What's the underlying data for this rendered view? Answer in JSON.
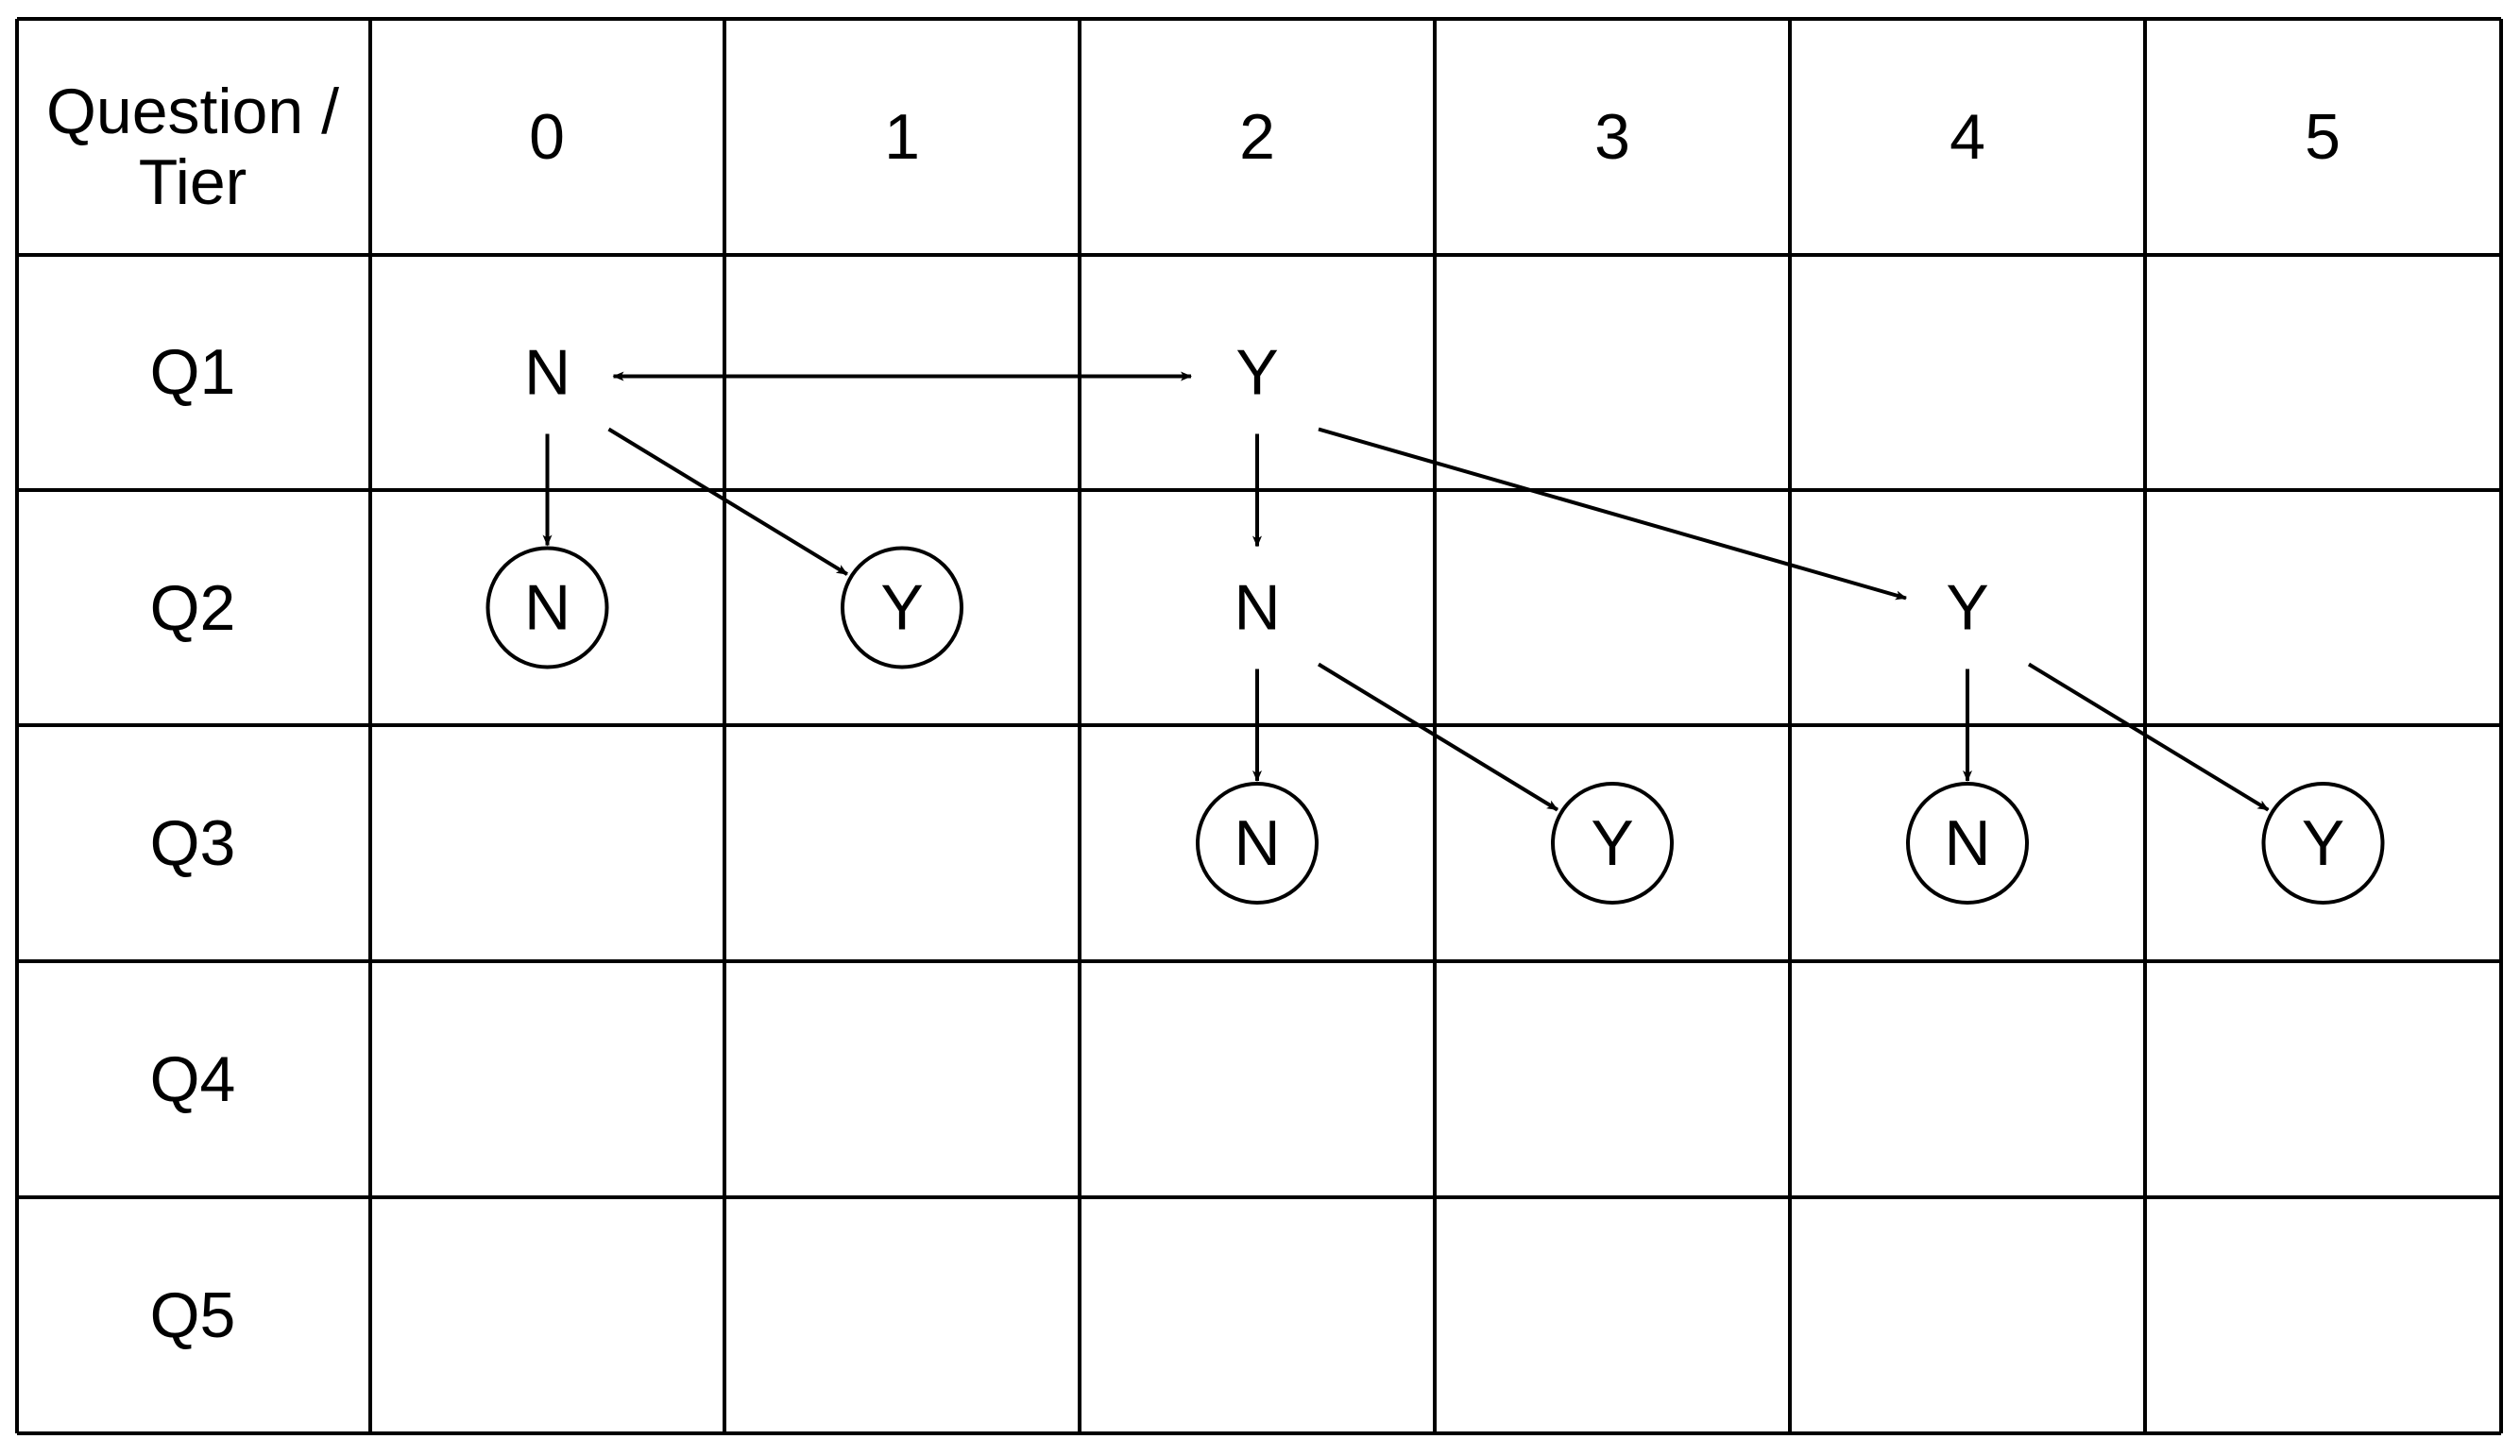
{
  "header": {
    "corner_line1": "Question /",
    "corner_line2": "Tier",
    "tiers": [
      "0",
      "1",
      "2",
      "3",
      "4",
      "5"
    ]
  },
  "rows": [
    "Q1",
    "Q2",
    "Q3",
    "Q4",
    "Q5"
  ],
  "nodes": [
    {
      "id": "q1-t0",
      "row": 0,
      "col": 0,
      "label": "N",
      "terminal": false
    },
    {
      "id": "q1-t2",
      "row": 0,
      "col": 2,
      "label": "Y",
      "terminal": false
    },
    {
      "id": "q2-t0",
      "row": 1,
      "col": 0,
      "label": "N",
      "terminal": true
    },
    {
      "id": "q2-t1",
      "row": 1,
      "col": 1,
      "label": "Y",
      "terminal": true
    },
    {
      "id": "q2-t2",
      "row": 1,
      "col": 2,
      "label": "N",
      "terminal": false
    },
    {
      "id": "q2-t4",
      "row": 1,
      "col": 4,
      "label": "Y",
      "terminal": false
    },
    {
      "id": "q3-t2",
      "row": 2,
      "col": 2,
      "label": "N",
      "terminal": true
    },
    {
      "id": "q3-t3",
      "row": 2,
      "col": 3,
      "label": "Y",
      "terminal": true
    },
    {
      "id": "q3-t4",
      "row": 2,
      "col": 4,
      "label": "N",
      "terminal": true
    },
    {
      "id": "q3-t5",
      "row": 2,
      "col": 5,
      "label": "Y",
      "terminal": true
    }
  ],
  "edges": [
    {
      "from": "q1-t0",
      "to": "q1-t2",
      "bidirectional": true
    },
    {
      "from": "q1-t0",
      "to": "q2-t0"
    },
    {
      "from": "q1-t0",
      "to": "q2-t1"
    },
    {
      "from": "q1-t2",
      "to": "q2-t2"
    },
    {
      "from": "q1-t2",
      "to": "q2-t4"
    },
    {
      "from": "q2-t2",
      "to": "q3-t2"
    },
    {
      "from": "q2-t2",
      "to": "q3-t3"
    },
    {
      "from": "q2-t4",
      "to": "q3-t4"
    },
    {
      "from": "q2-t4",
      "to": "q3-t5"
    }
  ]
}
